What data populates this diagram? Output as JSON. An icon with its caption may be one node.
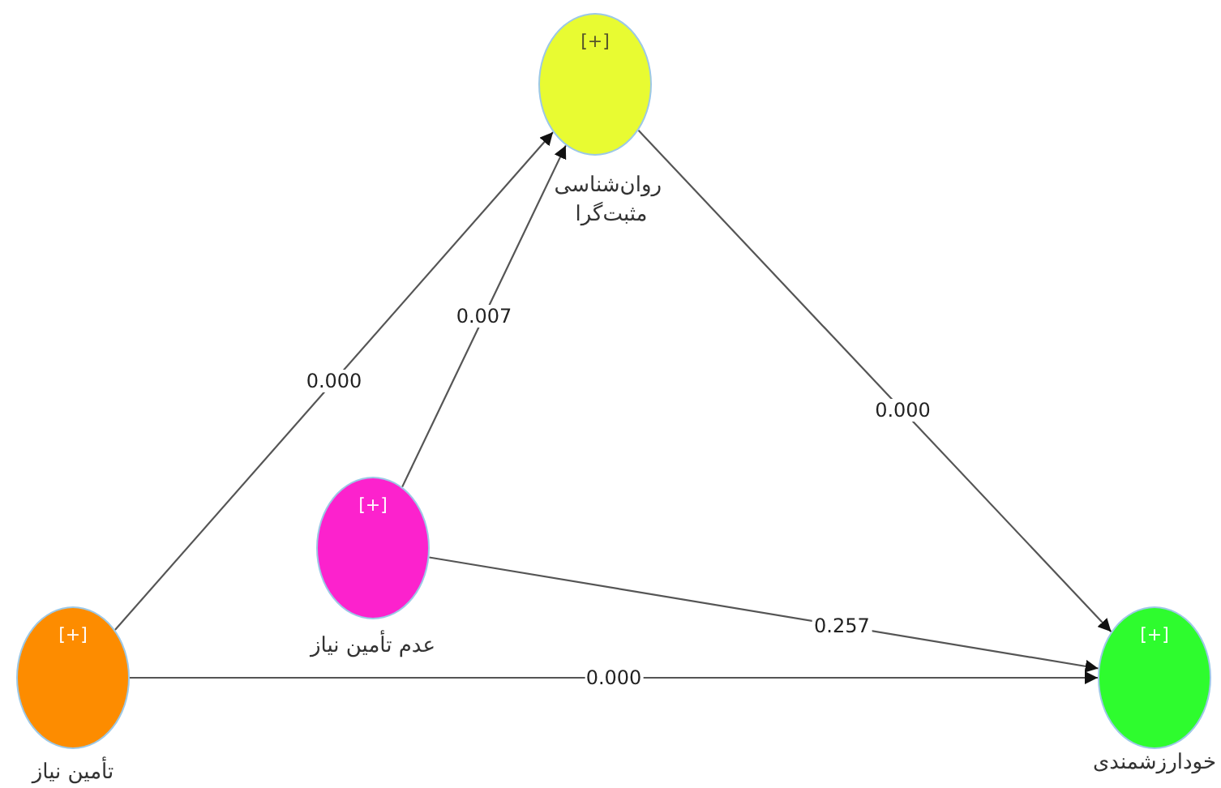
{
  "diagram": {
    "nodes": [
      {
        "text": [
          "[+]"
        ],
        "beside": [
          "روان‌شناسی مثبت‌گرا"
        ]
      },
      {
        "text": [
          "[+]"
        ],
        "beside": [
          "عدم تأمین نیاز"
        ]
      },
      {
        "text": [
          "[+]"
        ],
        "beside": [
          "تأمین نیاز"
        ]
      },
      {
        "text": [
          "[+]"
        ],
        "beside": [
          "خودارزشمندی"
        ]
      }
    ],
    "edges": [
      {
        "from": 2,
        "to": 0,
        "arrow": "to",
        "label": "0.000"
      },
      {
        "from": 1,
        "to": 0,
        "arrow": "to",
        "label": "0.007"
      },
      {
        "from": 0,
        "to": 3,
        "arrow": "to",
        "label": "0.000"
      },
      {
        "from": 1,
        "to": 3,
        "arrow": "to",
        "label": "0.257"
      },
      {
        "from": 2,
        "to": 3,
        "arrow": "to",
        "label": "0.000"
      }
    ]
  }
}
